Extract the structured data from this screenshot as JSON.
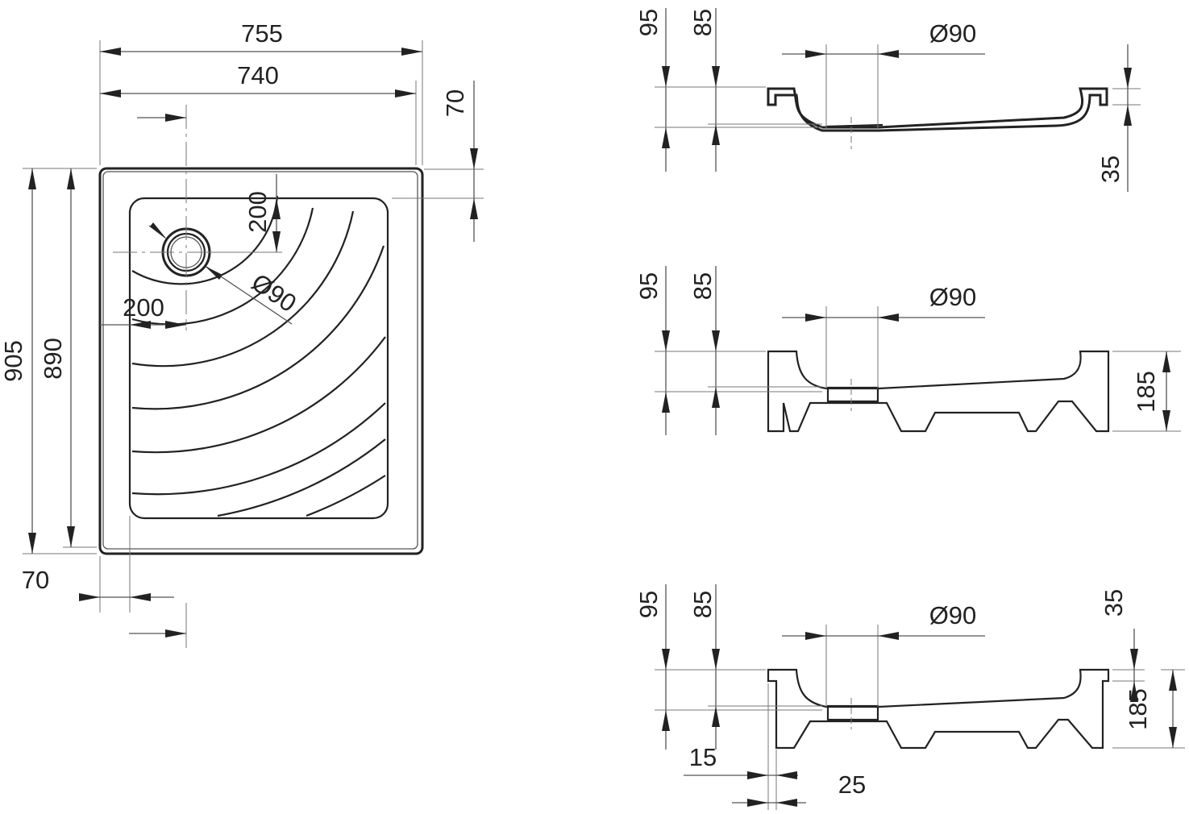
{
  "plan_view": {
    "outer_width": "755",
    "inner_width": "740",
    "outer_depth": "905",
    "inner_depth": "890",
    "drain_offset_x": "200",
    "drain_offset_y": "200",
    "drain_diameter": "Ø90",
    "rim_top": "70",
    "rim_bottom": "70"
  },
  "section_1": {
    "height_95": "95",
    "height_85": "85",
    "drain_diameter": "Ø90",
    "rim_35": "35"
  },
  "section_2": {
    "height_95": "95",
    "height_85": "85",
    "drain_diameter": "Ø90",
    "total_185": "185"
  },
  "section_3": {
    "height_95": "95",
    "height_85": "85",
    "drain_diameter": "Ø90",
    "rim_35": "35",
    "total_185": "185",
    "offset_15": "15",
    "offset_25": "25"
  }
}
